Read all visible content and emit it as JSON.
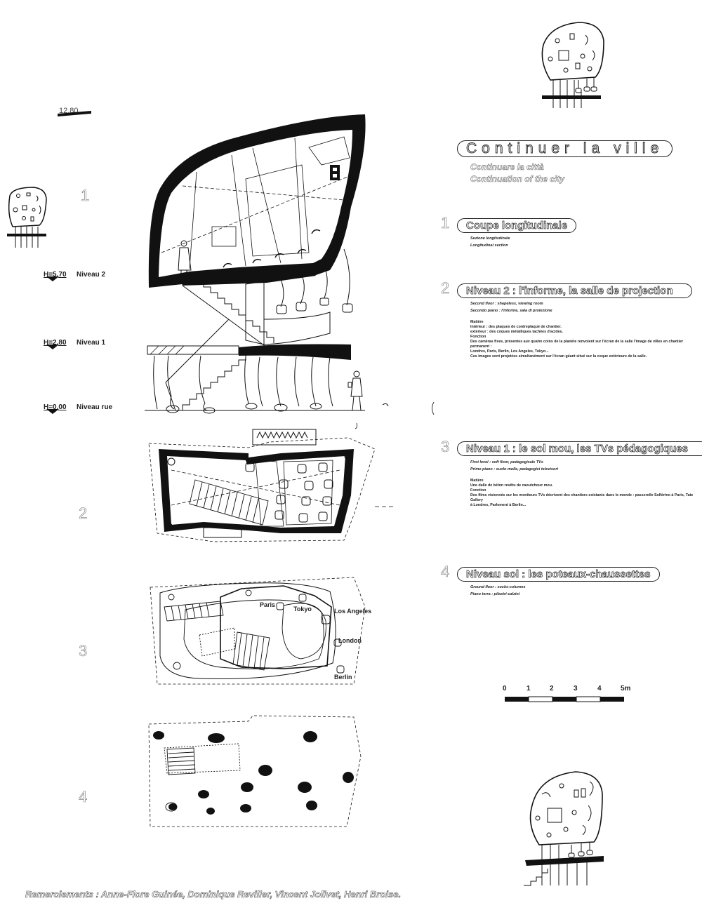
{
  "title": {
    "main": "Continuer la ville",
    "italian": "Continuare la città",
    "english": "Continuation of the city"
  },
  "section_markers": [
    "1",
    "2",
    "3",
    "4"
  ],
  "drawing_scale_note": "12,80",
  "levels": [
    {
      "height": "H=5,70",
      "name": "Niveau 2"
    },
    {
      "height": "H=2,80",
      "name": "Niveau 1"
    },
    {
      "height": "H=0,00",
      "name": "Niveau rue"
    }
  ],
  "legend_sections": [
    {
      "number": "1",
      "title": "Coupe longitudinale",
      "lines_italic": [
        "Sezione longitudinale",
        "Longitudinal section"
      ],
      "lines_body": []
    },
    {
      "number": "2",
      "title": "Niveau 2 : l'informe, la salle de projection",
      "lines_italic": [
        "Second floor : shapeless, viewing room",
        "Secondo piano : l'informe, sala di proiezione"
      ],
      "lines_body": [
        "Matière",
        "Intérieur : des plaques de contreplaqué de chantier.",
        "extérieur : des coques métalliques tachées d'acides.",
        "Fonction",
        "Des caméras fixes, présentes aux quatre coins de la planète renvoient sur l'écran de la salle l'image de villes en chantier permanent :",
        "Londres, Paris, Berlin, Los Angeles, Tokyo...",
        "Ces images sont projetées simultanément sur l'écran géant situé sur la coque extérieure de la salle."
      ]
    },
    {
      "number": "3",
      "title": "Niveau 1 : le sol mou, les TVs pédagogiques",
      "lines_italic": [
        "First level : soft floor, pedagogicals TVs",
        "Primo piano : suolo molle, pedagogici televisori"
      ],
      "lines_body": [
        "Matière",
        "Une dalle de béton revêtu de caoutchouc mou.",
        "Fonction",
        "Des films visionnés sur les moniteurs TVs décrivent des chantiers existants dans le monde : passerelle Solférino à Paris, Tate Gallery",
        "à Londres, Parlement à Berlin..."
      ]
    },
    {
      "number": "4",
      "title": "Niveau sol : les poteaux-chaussettes",
      "lines_italic": [
        "Ground floor : socks-columns",
        "Piano terra : pilastri-calzini"
      ],
      "lines_body": []
    }
  ],
  "plan_labels": [
    "Paris",
    "Tokyo",
    "Los Angeles",
    "London",
    "Berlin"
  ],
  "scale_bar": {
    "ticks": [
      "0",
      "1",
      "2",
      "3",
      "4",
      "5m"
    ]
  },
  "acknowledgements": "Remerciements : Anne-Flore Guinée, Dominique Reviller, Vincent Jolivet, Henri Broise."
}
